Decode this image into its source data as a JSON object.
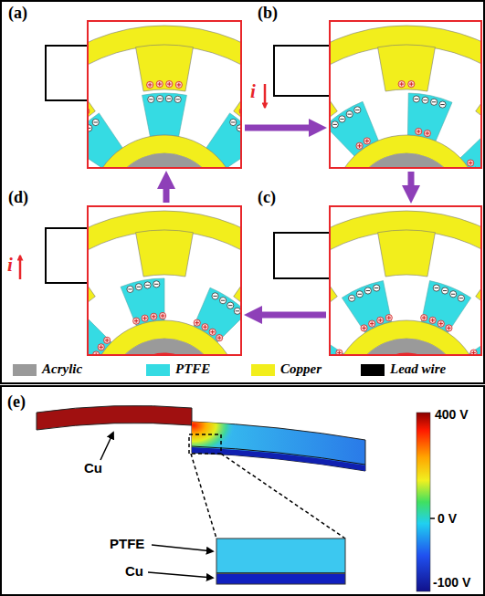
{
  "diagram": {
    "nodes": [
      {
        "text": [
          "(a)"
        ]
      },
      {
        "text": [
          "(b)"
        ]
      },
      {
        "text": [
          "(c)"
        ]
      },
      {
        "text": [
          "(d)"
        ]
      }
    ],
    "edges": [
      {
        "from": 0,
        "to": 1,
        "arrow": "to"
      },
      {
        "from": 1,
        "to": 2,
        "arrow": "to"
      },
      {
        "from": 2,
        "to": 3,
        "arrow": "to"
      },
      {
        "from": 3,
        "to": 0,
        "arrow": "to"
      }
    ],
    "labels": [
      "i",
      "i",
      "(e)",
      "Cu",
      "400 V",
      "0 V",
      "-100 V",
      "PTFE",
      "Cu"
    ],
    "legend": [
      {
        "text": "Acrylic",
        "color": "#9a9a9a"
      },
      {
        "text": "PTFE",
        "color": "#35dbe3"
      },
      {
        "text": "Copper",
        "color": "#f2ee1c"
      },
      {
        "text": "Lead wire",
        "color": "#000000"
      }
    ]
  }
}
